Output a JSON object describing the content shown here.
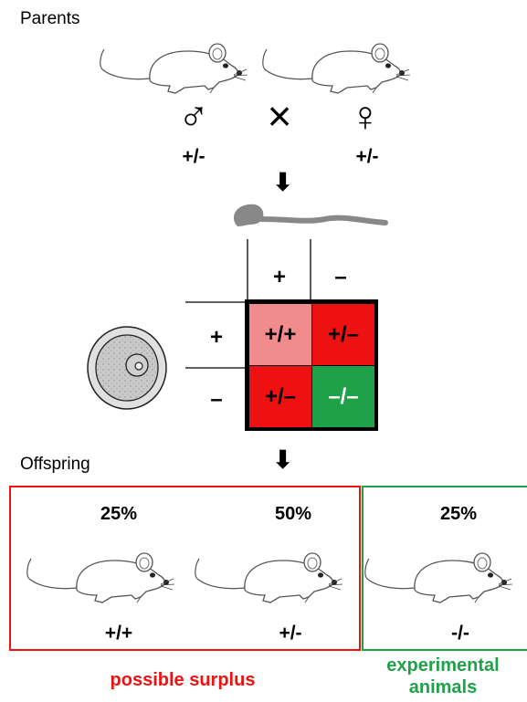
{
  "parents": {
    "title": "Parents",
    "male_symbol": "♂",
    "cross_symbol": "×",
    "female_symbol": "♀",
    "male_genotype": "+/-",
    "female_genotype": "+/-"
  },
  "arrow": "⬇",
  "punnett": {
    "sperm_alleles": [
      "+",
      "–"
    ],
    "egg_alleles": [
      "+",
      "–"
    ],
    "cells": {
      "r1c1": "+/+",
      "r1c2": "+/–",
      "r2c1": "+/–",
      "r2c2": "–/–"
    }
  },
  "offspring": {
    "title": "Offspring",
    "groups": [
      {
        "percent": "25%",
        "genotype": "+/+"
      },
      {
        "percent": "50%",
        "genotype": "+/-"
      },
      {
        "percent": "25%",
        "genotype": "-/-"
      }
    ]
  },
  "captions": {
    "surplus": "possible surplus",
    "experimental_line1": "experimental",
    "experimental_line2": "animals"
  },
  "colors": {
    "light_red": "#f28b8b",
    "red": "#ee1111",
    "green": "#1fa14a",
    "surplus_text": "#ee1111",
    "experimental_text": "#1fa14a"
  }
}
